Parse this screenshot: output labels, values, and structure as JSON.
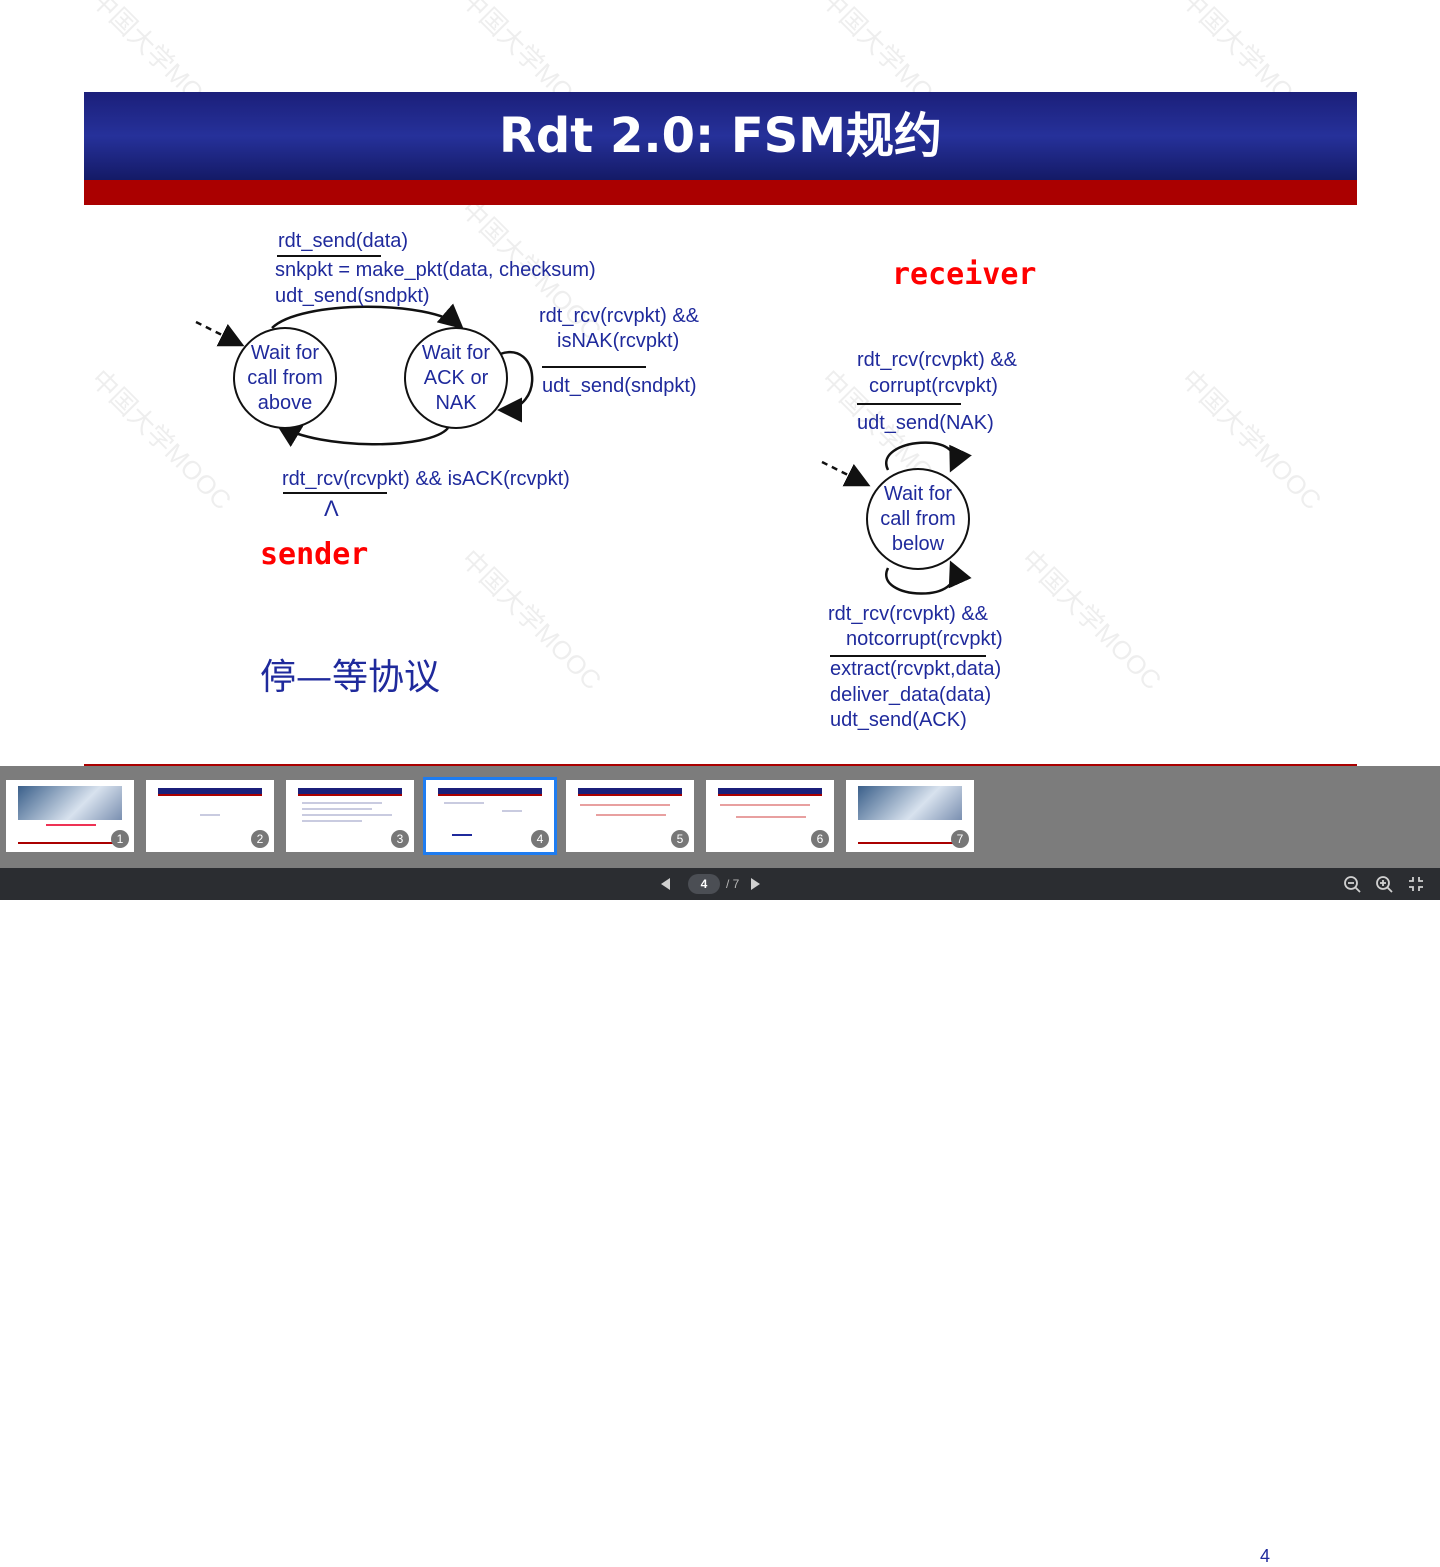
{
  "slide": {
    "title": "Rdt 2.0: FSM规约",
    "watermark": "中国大学MOOC",
    "page_number": "4",
    "note_cn": "停—等协议",
    "sender": {
      "role_label": "sender",
      "state_wait_above": "Wait for call from above",
      "state_wait_ack": "Wait for ACK or NAK",
      "t1_event": "rdt_send(data)",
      "t1_action_1": "snkpkt = make_pkt(data, checksum)",
      "t1_action_2": "udt_send(sndpkt)",
      "t2_event_1": "rdt_rcv(rcvpkt) &&",
      "t2_event_2": "isNAK(rcvpkt)",
      "t2_action": "udt_send(sndpkt)",
      "t3_event": "rdt_rcv(rcvpkt) && isACK(rcvpkt)",
      "t3_action": "Λ"
    },
    "receiver": {
      "role_label": "receiver",
      "state_wait_below": "Wait for call from below",
      "t1_event_1": "rdt_rcv(rcvpkt) &&",
      "t1_event_2": "corrupt(rcvpkt)",
      "t1_action": "udt_send(NAK)",
      "t2_event_1": "rdt_rcv(rcvpkt) &&",
      "t2_event_2": "notcorrupt(rcvpkt)",
      "t2_action_1": "extract(rcvpkt,data)",
      "t2_action_2": "deliver_data(data)",
      "t2_action_3": "udt_send(ACK)"
    }
  },
  "thumbnails": [
    {
      "num": "1",
      "active": false
    },
    {
      "num": "2",
      "active": false
    },
    {
      "num": "3",
      "active": false
    },
    {
      "num": "4",
      "active": true
    },
    {
      "num": "5",
      "active": false
    },
    {
      "num": "6",
      "active": false
    },
    {
      "num": "7",
      "active": false
    }
  ],
  "toolbar": {
    "current_page": "4",
    "total_pages": "/ 7",
    "icons": [
      "prev-page-icon",
      "next-page-icon",
      "zoom-out-icon",
      "zoom-in-icon",
      "exit-fullscreen-icon"
    ]
  },
  "colors": {
    "title_bar": "#1b1f7a",
    "red_bar": "#aa0000",
    "text_blue": "#1f2a9c",
    "role_red": "#ff0000",
    "active_thumb": "#1e7cf0"
  }
}
